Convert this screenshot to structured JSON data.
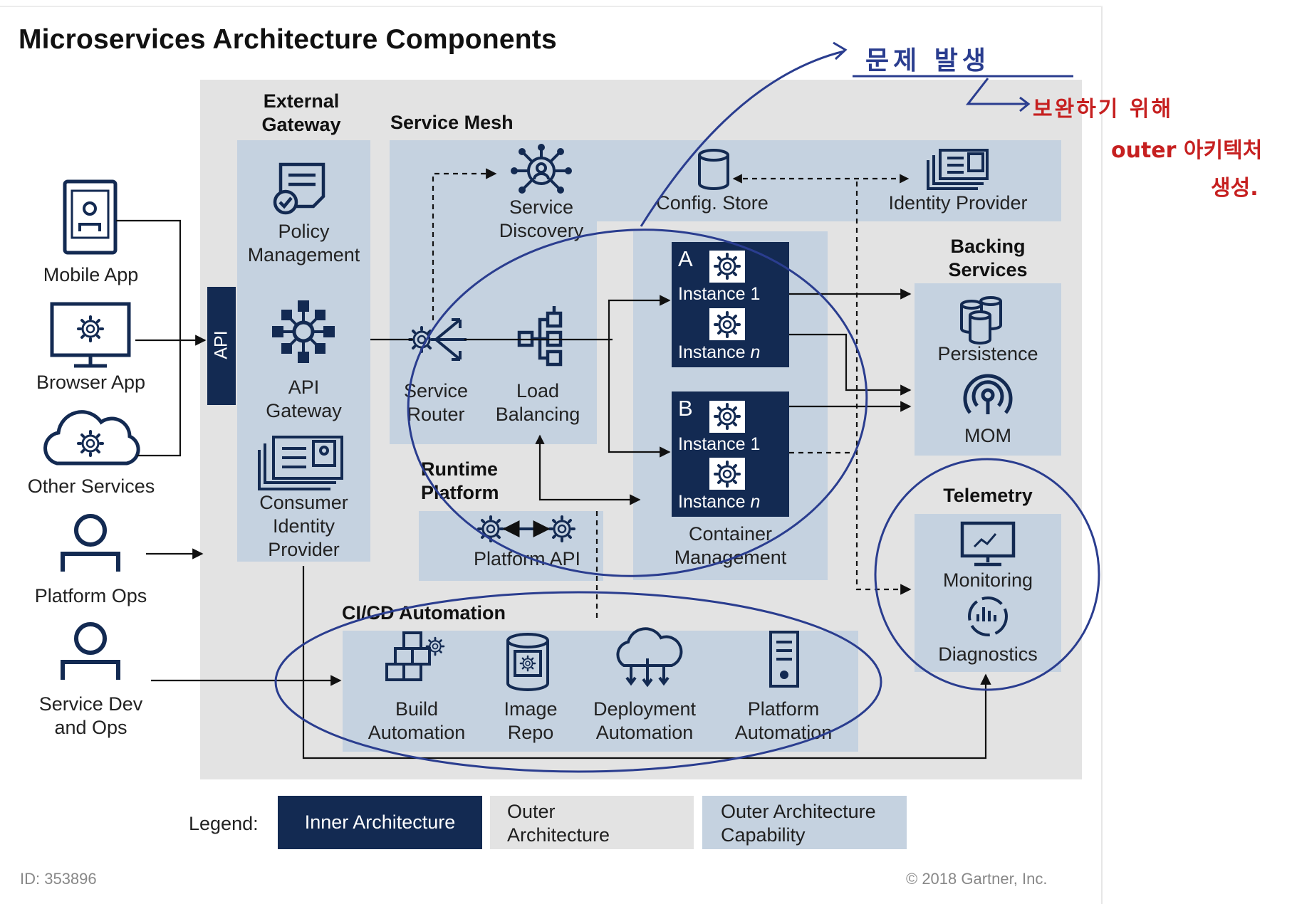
{
  "title": "Microservices Architecture Components",
  "clients": {
    "mobile_app": "Mobile App",
    "browser_app": "Browser App",
    "other_services": "Other Services",
    "platform_ops": "Platform Ops",
    "service_dev": "Service Dev\nand Ops"
  },
  "api_tab": "API",
  "external_gateway": {
    "header": "External\nGateway",
    "policy": "Policy\nManagement",
    "api_gateway": "API\nGateway",
    "consumer_identity": "Consumer\nIdentity\nProvider"
  },
  "service_mesh": {
    "header": "Service Mesh",
    "discovery": "Service\nDiscovery",
    "config_store": "Config. Store",
    "identity_provider": "Identity Provider",
    "router": "Service\nRouter",
    "load_balancing": "Load\nBalancing"
  },
  "runtime": {
    "header": "Runtime\nPlatform",
    "platform_api": "Platform API"
  },
  "containers": {
    "a_letter": "A",
    "b_letter": "B",
    "instance_1": "Instance 1",
    "instance_n_prefix": "Instance ",
    "instance_n_suffix": "n",
    "label": "Container\nManagement"
  },
  "backing": {
    "header": "Backing\nServices",
    "persistence": "Persistence",
    "mom": "MOM"
  },
  "telemetry": {
    "header": "Telemetry",
    "monitoring": "Monitoring",
    "diagnostics": "Diagnostics"
  },
  "cicd": {
    "header": "CI/CD Automation",
    "build": "Build\nAutomation",
    "image": "Image\nRepo",
    "deployment": "Deployment\nAutomation",
    "platform": "Platform\nAutomation"
  },
  "legend": {
    "label": "Legend:",
    "inner": "Inner Architecture",
    "outer": "Outer\nArchitecture",
    "capability": "Outer Architecture\nCapability"
  },
  "footer": {
    "id": "ID: 353896",
    "copyright": "© 2018 Gartner, Inc."
  },
  "colors": {
    "inner": "#132a52",
    "outer": "#e3e3e3",
    "capability": "#c5d2e0",
    "annotation_blue": "#2a3d8f",
    "annotation_red": "#c62020"
  },
  "annotations": {
    "blue_note": "문제 발생",
    "red_line1": "보완하기 위해",
    "red_line2": "outer 아키텍처",
    "red_line3": "생성."
  }
}
